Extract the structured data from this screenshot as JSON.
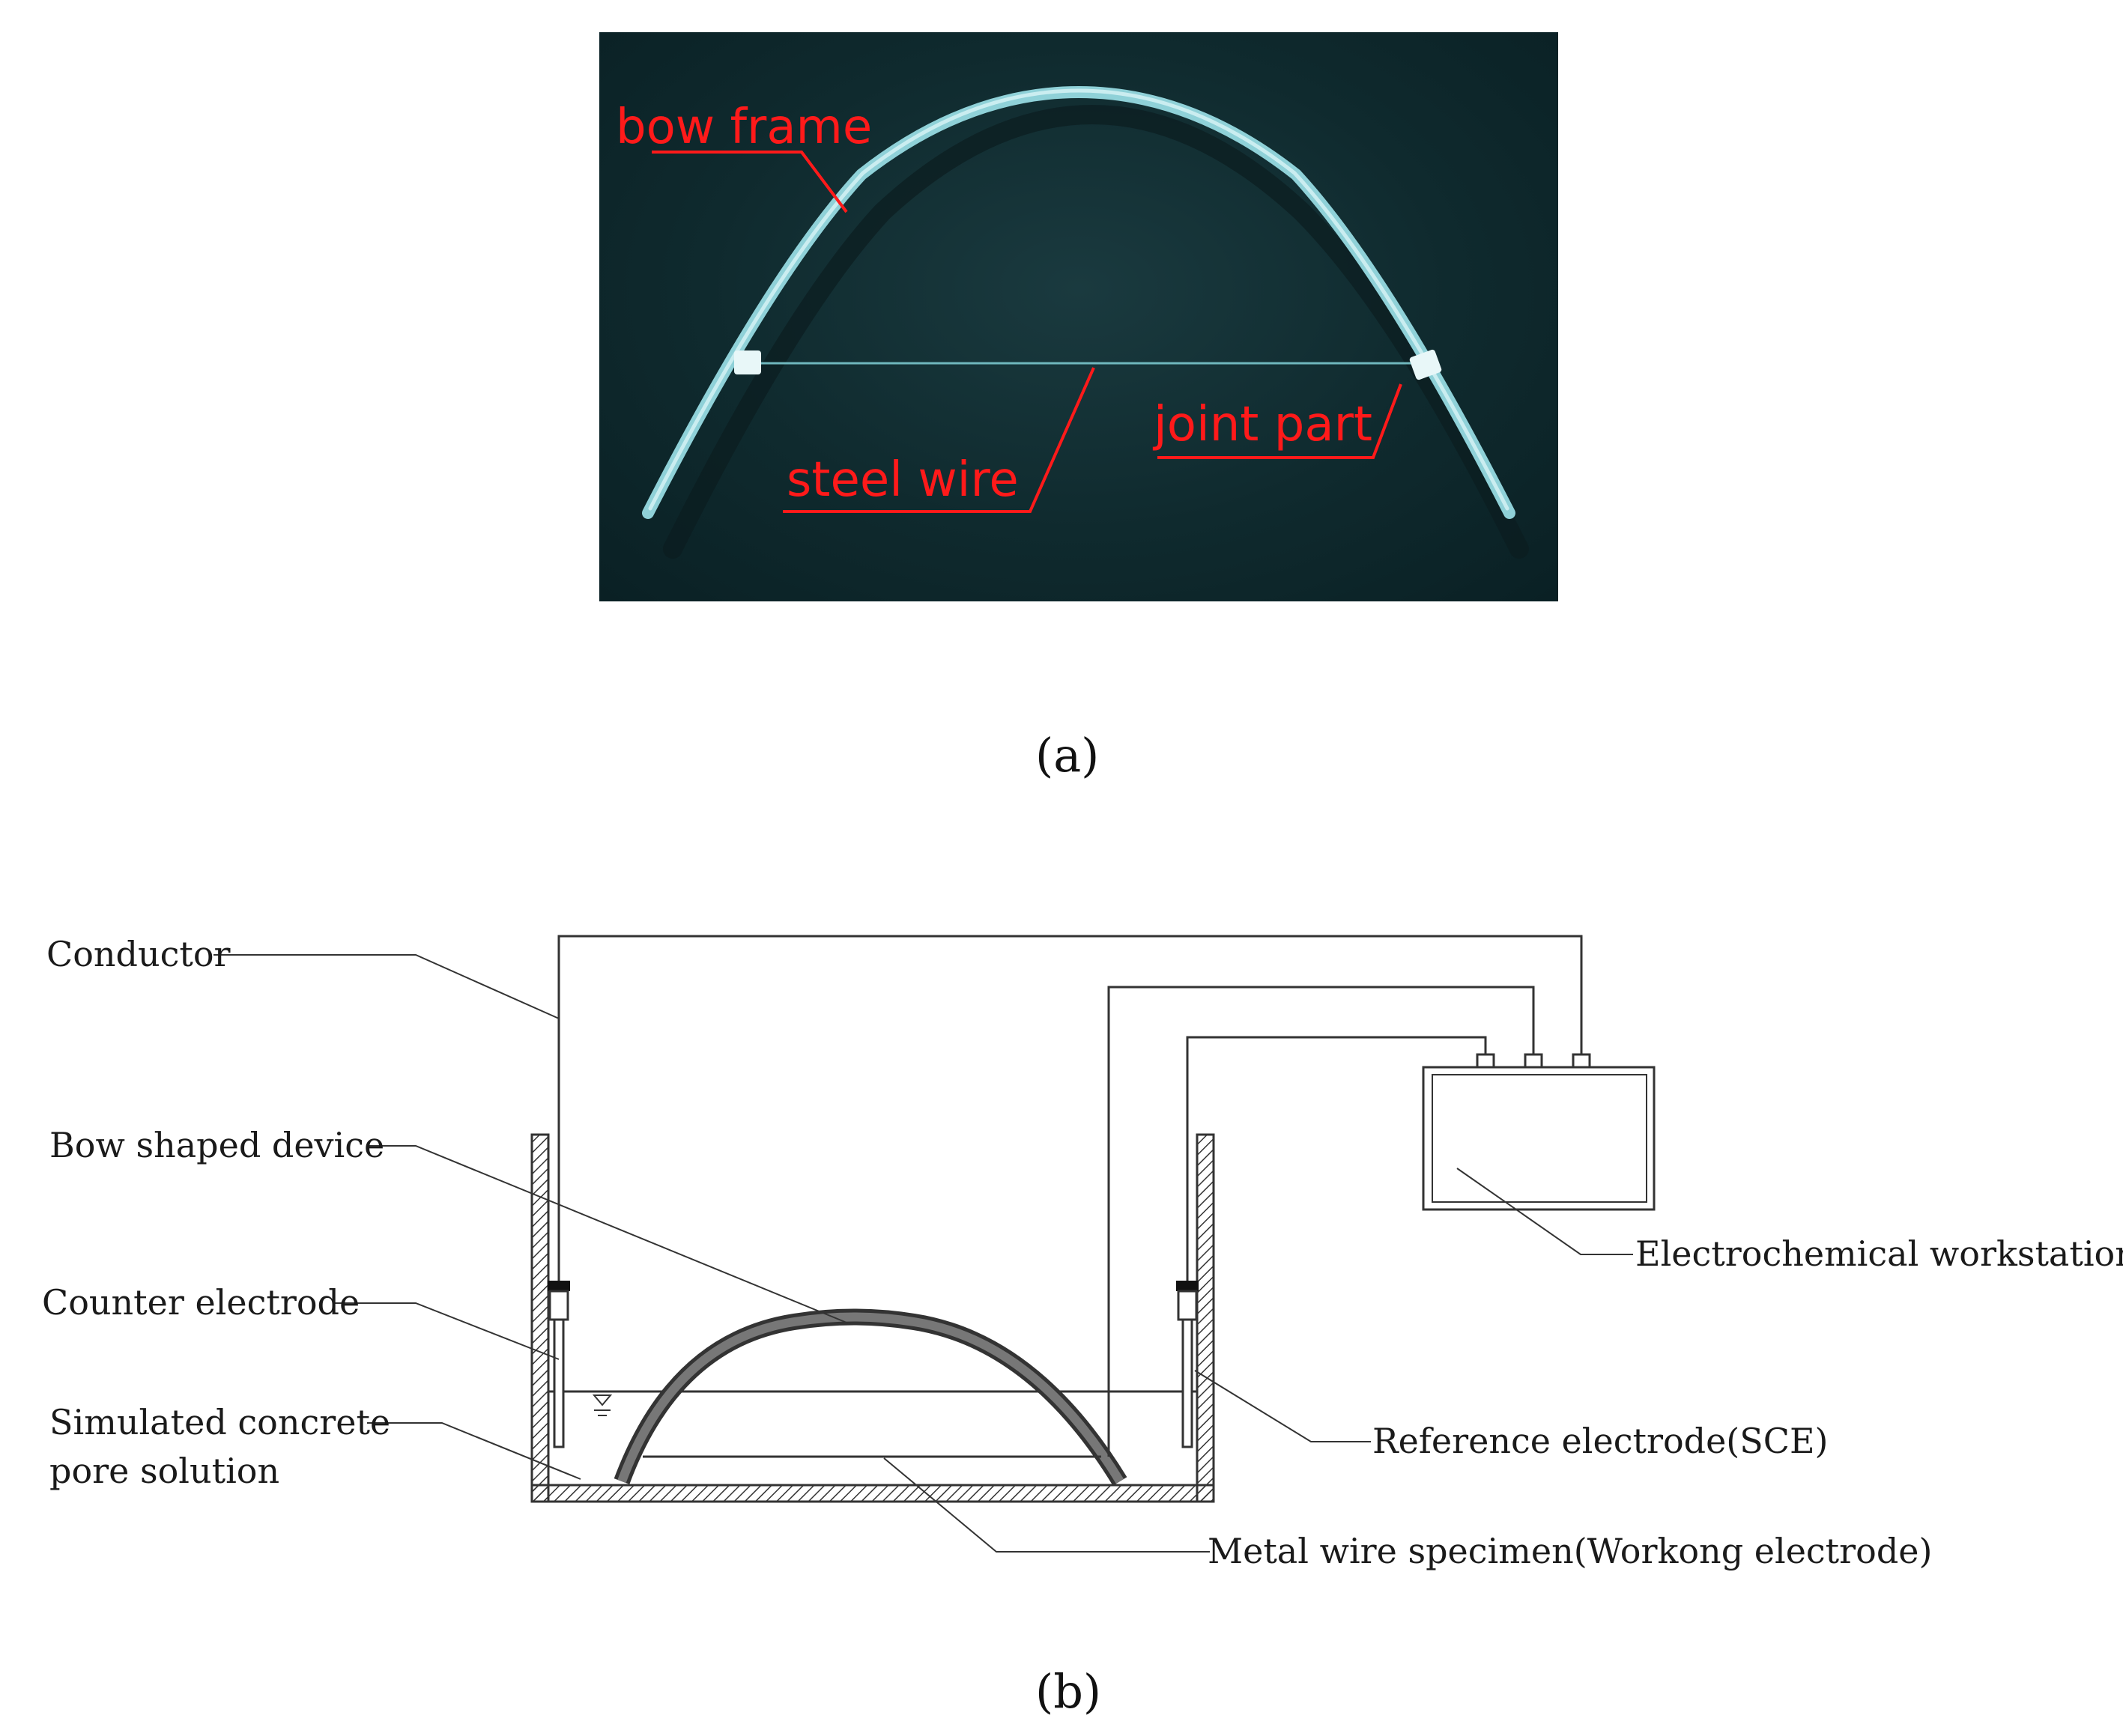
{
  "panel_a": {
    "labels": {
      "bow_frame": "bow frame",
      "steel_wire": "steel wire",
      "joint_part": "joint part"
    },
    "caption": "(a)"
  },
  "panel_b": {
    "labels": {
      "conductor": "Conductor",
      "bow_shaped_device": "Bow shaped device",
      "counter_electrode": "Counter electrode",
      "pore_solution_line1": "Simulated concrete",
      "pore_solution_line2": "pore solution",
      "electrochemical_workstation": "Electrochemical workstation",
      "reference_electrode": "Reference electrode(SCE)",
      "metal_wire_specimen": "Metal wire specimen(Workong electrode)"
    },
    "caption": "(b)"
  },
  "colors": {
    "annotation_red": "#ff1a1a",
    "photo_background": "#0f2a2e",
    "bow_frame": "#9fd9e0",
    "schematic_line": "#333333"
  }
}
